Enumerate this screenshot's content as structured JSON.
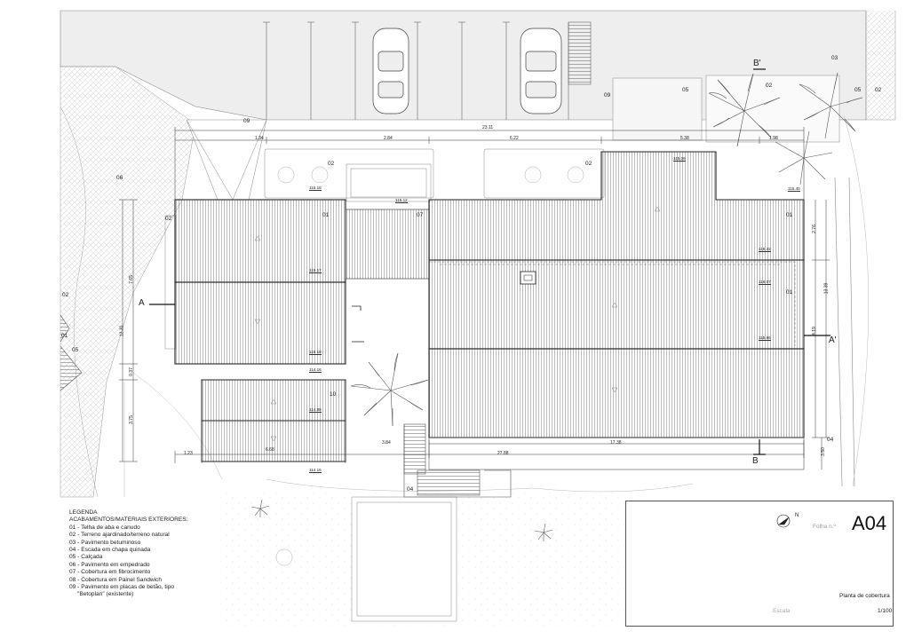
{
  "sheet": {
    "number": "A04",
    "folha_label": "Folha n.º",
    "title": "Planta de cobertura",
    "escala_label": "Escala",
    "scale": "1/100",
    "north_label": "N"
  },
  "legend": {
    "heading_1": "LEGENDA",
    "heading_2": "ACABAMENTOS/MATERIAIS EXTERIORES:",
    "items": [
      "01 - Telha de aba e canudo",
      "02 - Terreno ajardinado/terreno natural",
      "03 - Pavimento betuminoso",
      "04 - Escada em chapa quinada",
      "05 - Calçada",
      "06 - Pavimento em empedrado",
      "07 - Cobertura em fibrocimento",
      "08 - Cobertura em Painel Sandwich",
      "09 - Pavimento em placas de betão, tipo",
      "\"Betoplan\" (existente)"
    ]
  },
  "section_marks": {
    "a": "A",
    "a_prime": "A'",
    "b": "B",
    "b_prime": "B'"
  },
  "material_tags": {
    "t01a": "01",
    "t01b": "01",
    "t01c": "01",
    "t01d": "01",
    "t02a": "02",
    "t02b": "02",
    "t02c": "02",
    "t02d": "02",
    "t02e": "02",
    "t02f": "02",
    "t03": "03",
    "t04a": "04",
    "t04b": "04",
    "t05a": "05",
    "t05b": "05",
    "t05c": "05",
    "t06": "06",
    "t07": "07",
    "t09a": "09",
    "t09b": "09",
    "t10": "10"
  },
  "elevations": {
    "e1": "115.18",
    "e2": "115.17",
    "e3": "115.18",
    "e4": "114.16",
    "e5": "114.88",
    "e6": "114.16",
    "e7": "115.12",
    "e8": "115.06",
    "e9": "115.40",
    "e10": "116.32",
    "e11": "116.07",
    "e12": "115.86"
  },
  "dimensions": {
    "d_total_top": "23.11",
    "d1": "1.34",
    "d2": "2.84",
    "d3": "6.22",
    "d4": "5.38",
    "d5": "1.98",
    "d_left_a": "7.65",
    "d_left_total": "12.30",
    "d_left_b": "0.37",
    "d_left_c": "3.75",
    "d_right_a": "2.76",
    "d_right_total": "13.39",
    "d_right_b": "4.19",
    "d_bot1": "1.23",
    "d_bot2": "6.68",
    "d_bot3": "3.84",
    "d_bot4": "17.38",
    "d_bot_total": "27.88",
    "d_br": "3.50"
  }
}
